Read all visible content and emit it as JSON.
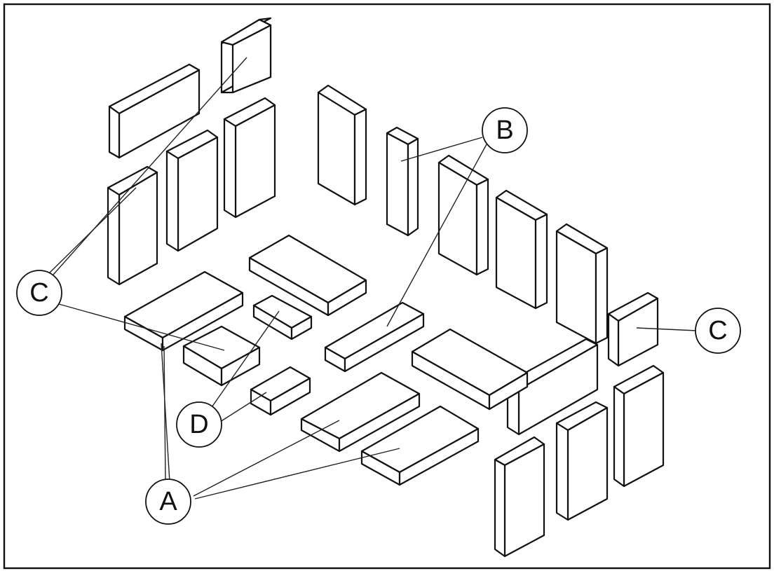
{
  "callouts": {
    "a": "A",
    "b": "B",
    "c_left": "C",
    "c_right": "C",
    "d": "D"
  }
}
